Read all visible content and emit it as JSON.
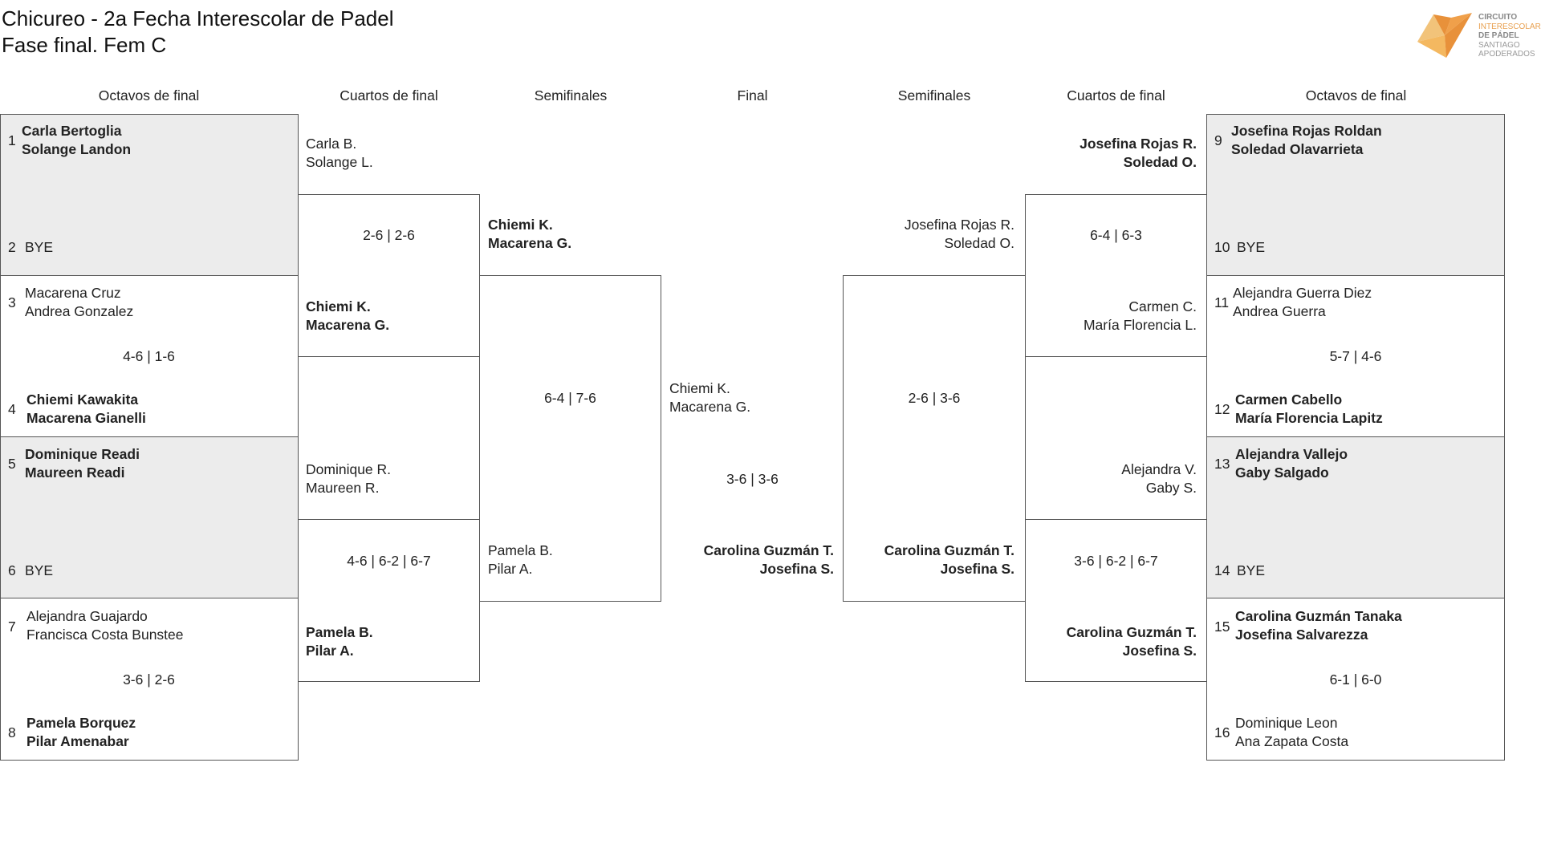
{
  "title": {
    "line1": "Chicureo - 2a Fecha Interescolar de Padel",
    "line2": "Fase final. Fem C"
  },
  "logo": {
    "icon": "orange-fox-logo-icon",
    "lines": [
      "CIRCUITO",
      "INTERESCOLAR",
      "DE PÁDEL",
      "SANTIAGO",
      "APODERADOS"
    ]
  },
  "headers": {
    "r16_left": "Octavos de final",
    "qf_left": "Cuartos de final",
    "sf_left": "Semifinales",
    "final": "Final",
    "sf_right": "Semifinales",
    "qf_right": "Cuartos de final",
    "r16_right": "Octavos de final"
  },
  "r16_left": [
    {
      "n1": "1",
      "a1": "Carla Bertoglia",
      "b1": "Solange Landon",
      "n2": "2",
      "a2": "BYE",
      "b2": "",
      "score": ""
    },
    {
      "n1": "3",
      "a1": "Macarena Cruz",
      "b1": "Andrea Gonzalez",
      "n2": "4",
      "a2": "Chiemi Kawakita",
      "b2": "Macarena Gianelli",
      "score": "4-6 | 1-6"
    },
    {
      "n1": "5",
      "a1": "Dominique Readi",
      "b1": "Maureen Readi",
      "n2": "6",
      "a2": "BYE",
      "b2": "",
      "score": ""
    },
    {
      "n1": "7",
      "a1": "Alejandra Guajardo",
      "b1": "Francisca Costa Bunstee",
      "n2": "8",
      "a2": "Pamela Borquez",
      "b2": "Pilar Amenabar",
      "score": "3-6 | 2-6"
    }
  ],
  "r16_right": [
    {
      "n1": "9",
      "a1": "Josefina Rojas Roldan",
      "b1": "Soledad Olavarrieta",
      "n2": "10",
      "a2": "BYE",
      "b2": "",
      "score": ""
    },
    {
      "n1": "11",
      "a1": "Alejandra Guerra Diez",
      "b1": "Andrea Guerra",
      "n2": "12",
      "a2": "Carmen Cabello",
      "b2": "María Florencia Lapitz",
      "score": "5-7 | 4-6"
    },
    {
      "n1": "13",
      "a1": "Alejandra Vallejo",
      "b1": "Gaby Salgado",
      "n2": "14",
      "a2": "BYE",
      "b2": "",
      "score": ""
    },
    {
      "n1": "15",
      "a1": "Carolina Guzmán Tanaka",
      "b1": "Josefina Salvarezza",
      "n2": "16",
      "a2": "Dominique Leon",
      "b2": "Ana Zapata Costa",
      "score": "6-1 | 6-0"
    }
  ],
  "qf_left": [
    {
      "a1": "Carla B.",
      "b1": "Solange L.",
      "a2": "Chiemi K.",
      "b2": "Macarena G.",
      "score": "2-6 | 2-6"
    },
    {
      "a1": "Dominique R.",
      "b1": "Maureen R.",
      "a2": "Pamela B.",
      "b2": "Pilar A.",
      "score": "4-6 | 6-2 | 6-7"
    }
  ],
  "qf_right": [
    {
      "a1": "Josefina Rojas R.",
      "b1": "Soledad O.",
      "a2": "Carmen C.",
      "b2": "María Florencia L.",
      "score": "6-4 | 6-3"
    },
    {
      "a1": "Alejandra V.",
      "b1": "Gaby S.",
      "a2": "Carolina Guzmán T.",
      "b2": "Josefina S.",
      "score": "3-6 | 6-2 | 6-7"
    }
  ],
  "sf_left": {
    "a1": "Chiemi K.",
    "b1": "Macarena G.",
    "a2": "Pamela B.",
    "b2": "Pilar A.",
    "score": "6-4 | 7-6"
  },
  "sf_right": {
    "a1": "Josefina Rojas R.",
    "b1": "Soledad O.",
    "a2": "Carolina Guzmán T.",
    "b2": "Josefina S.",
    "score": "2-6 | 3-6"
  },
  "final": {
    "a1": "Chiemi K.",
    "b1": "Macarena G.",
    "a2": "Carolina Guzmán T.",
    "b2": "Josefina S.",
    "score": "3-6 | 3-6"
  }
}
